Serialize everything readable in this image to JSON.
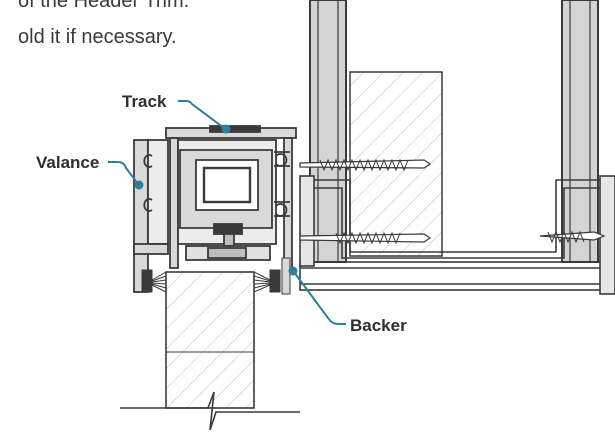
{
  "intro_text": {
    "line1": "of the Header Trim.",
    "line2": "old it if necessary."
  },
  "callouts": {
    "track": "Track",
    "valance": "Valance",
    "backer": "Backer"
  },
  "colors": {
    "accent": "#2e7f9a",
    "line": "#3a3a3a",
    "fill_light": "#d9d9d9",
    "fill_mid": "#bdbdbd"
  }
}
